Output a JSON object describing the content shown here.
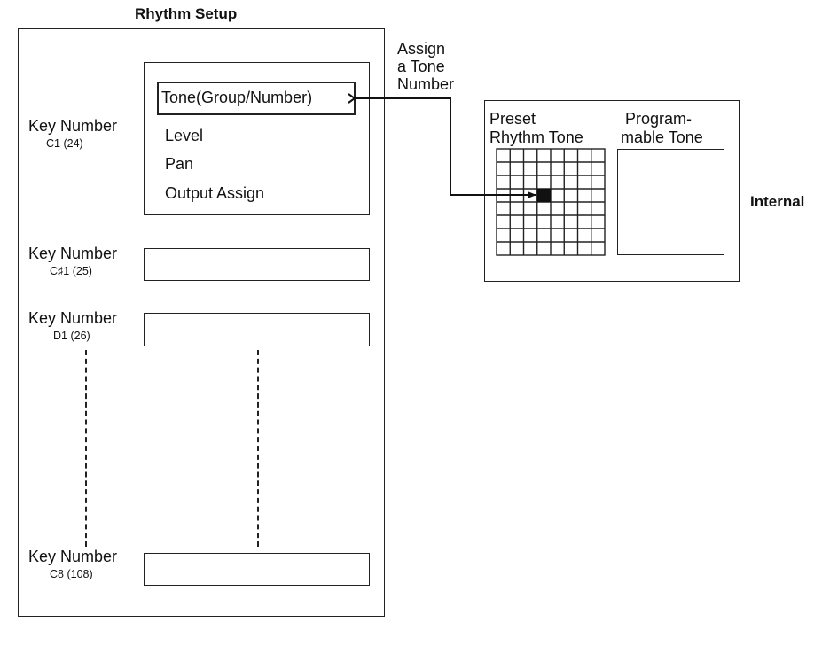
{
  "setup": {
    "title": "Rhythm Setup",
    "key_entries": [
      {
        "label": "Key Number",
        "note": "C1 (24)"
      },
      {
        "label": "Key Number",
        "note": "C♯1 (25)"
      },
      {
        "label": "Key Number",
        "note": "D1 (26)"
      },
      {
        "label": "Key Number",
        "note": "C8 (108)"
      }
    ],
    "params": {
      "tone": "Tone(Group/Number)",
      "level": "Level",
      "pan": "Pan",
      "output": "Output Assign"
    }
  },
  "assign": {
    "line1": "Assign",
    "line2": "a Tone",
    "line3": "Number"
  },
  "internal": {
    "label": "Internal",
    "preset_line1": "Preset",
    "preset_line2": "Rhythm Tone",
    "prog_line1": "Program-",
    "prog_line2": "mable Tone"
  }
}
